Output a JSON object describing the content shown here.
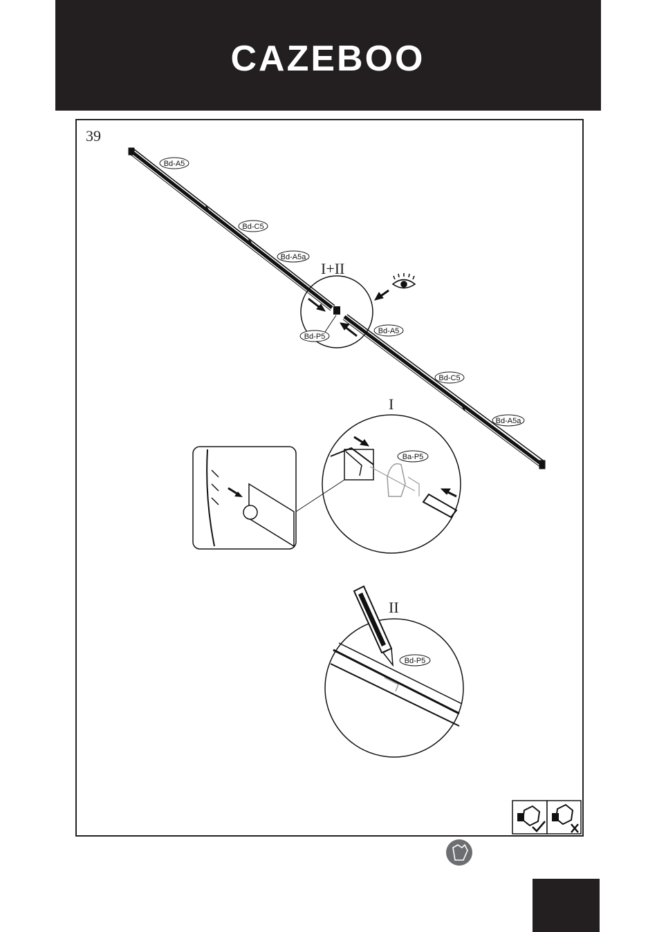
{
  "brand": {
    "logo_text": "CAZEBOO",
    "header_color": "#231f20"
  },
  "step": {
    "number": "39"
  },
  "callouts": {
    "combined": "I+II",
    "detail_one": "I",
    "detail_two": "II"
  },
  "parts": {
    "top_a5": "Bd-A5",
    "top_c5": "Bd-C5",
    "top_a5a": "Bd-A5a",
    "connector": "Bd-P5",
    "bottom_a5": "Bd-A5",
    "bottom_c5": "Bd-C5",
    "bottom_a5a": "Bd-A5a",
    "detail_one_part": "Ba-P5",
    "detail_two_part": "Bd-P5"
  },
  "icons": {
    "eye": "eye-icon",
    "tighten_ok": "bolt-tighten-check-icon",
    "tighten_no": "bolt-tighten-cross-icon",
    "gloves": "glove-icon"
  }
}
